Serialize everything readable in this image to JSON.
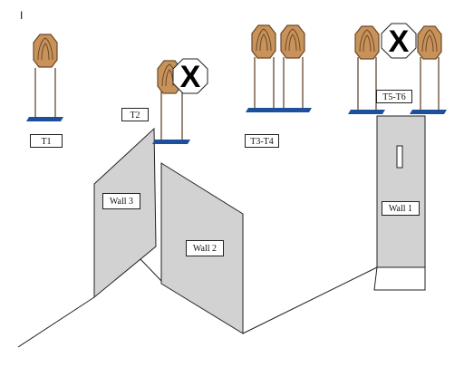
{
  "corner_mark": "I",
  "labels": {
    "t1": "T1",
    "t2": "T2",
    "t3_t4": "T3-T4",
    "t5_t6": "T5-T6",
    "wall1": "Wall 1",
    "wall2": "Wall 2",
    "wall3": "Wall 3"
  },
  "no_shoot_mark": "X",
  "colors": {
    "steel_target": "#c8925a",
    "target_outline": "#6b4a2a",
    "stand_base": "#1e4f9c",
    "wall_fill": "#d2d2d2",
    "no_shoot_fill": "#ffffff"
  },
  "icons": [
    "steel-target-icon",
    "no-shoot-target-icon",
    "target-stand-icon"
  ]
}
